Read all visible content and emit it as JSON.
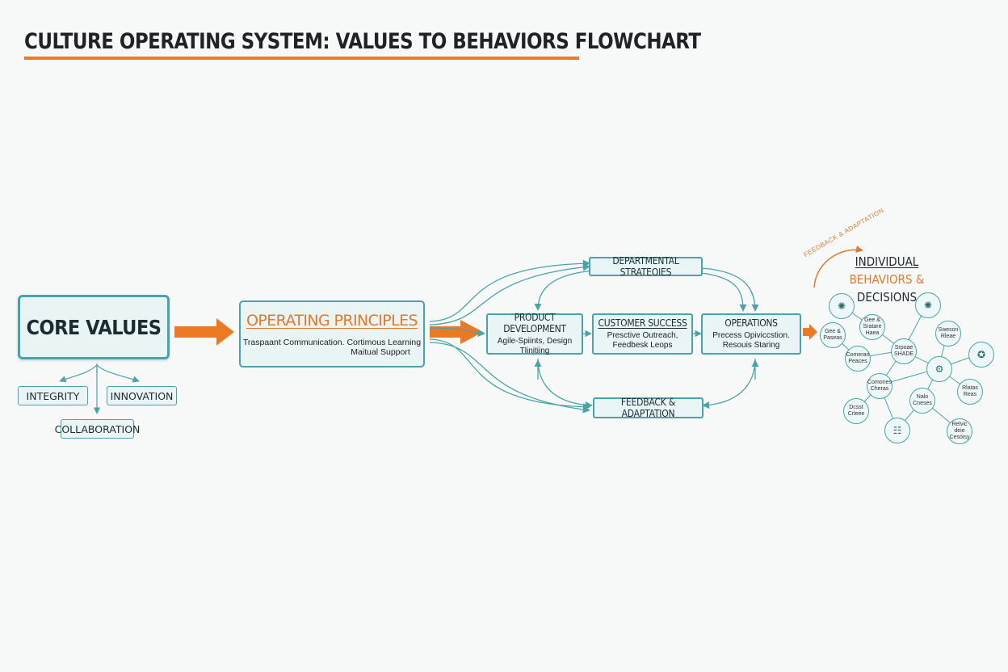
{
  "title": "CULTURE OPERATING SYSTEM: VALUES TO BEHAVIORS FLOWCHART",
  "core_values": {
    "label": "CORE VALUES",
    "items": [
      "INTEGRITY",
      "INNOVATION",
      "COLLABORATION"
    ]
  },
  "operating_principles": {
    "label": "OPERATING PRINCIPLES",
    "line1": "Traspaant Communication.  Cortimous Learning",
    "line2": "Maitual Support"
  },
  "departmental_strategies": "DEPARTMENTAL STRATEOIES",
  "departments": [
    {
      "name": "PRODUCT DEVELOPMENT",
      "line1": "Agile-Spiints, Design",
      "line2": "Tlinitiing"
    },
    {
      "name": "CUSTOMER SUCCESS",
      "line1": "Presctive Outreach,",
      "line2": "Feedbesk Leops"
    },
    {
      "name": "OPERATIONS",
      "line1": "Precess Opiviccstion.",
      "line2": "Resouis Staring"
    }
  ],
  "feedback": "FEEDBACK & ADAPTATION",
  "individual": {
    "line1": "INDIVIDUAL",
    "line2": "BEHAVIORS &",
    "line3": "DECISIONS",
    "loop_label": "FEEDBACK & ADAPTATION"
  },
  "nodes": [
    {
      "icon": "lightbulb-icon",
      "glyph": "✺",
      "label": ""
    },
    {
      "icon": "",
      "glyph": "",
      "label": "Gee & Paseas"
    },
    {
      "icon": "",
      "glyph": "",
      "label": "Gee & Sratare Haea"
    },
    {
      "icon": "lightbulb-icon",
      "glyph": "✺",
      "label": ""
    },
    {
      "icon": "",
      "glyph": "",
      "label": "Sweson Rleae"
    },
    {
      "icon": "",
      "glyph": "",
      "label": "Comeran Peaces"
    },
    {
      "icon": "",
      "glyph": "",
      "label": "Srpoae SHADE"
    },
    {
      "icon": "robot-icon",
      "glyph": "⚙",
      "label": ""
    },
    {
      "icon": "badge-icon",
      "glyph": "✪",
      "label": ""
    },
    {
      "icon": "",
      "glyph": "",
      "label": "Comones Cheras"
    },
    {
      "icon": "",
      "glyph": "",
      "label": "Rlatas Reas"
    },
    {
      "icon": "",
      "glyph": "",
      "label": "Nalo Cneses"
    },
    {
      "icon": "",
      "glyph": "",
      "label": "Dcsst Crleee"
    },
    {
      "icon": "team-icon",
      "glyph": "☷",
      "label": ""
    },
    {
      "icon": "",
      "glyph": "",
      "label": "Relvic deie Cesoisy"
    }
  ]
}
